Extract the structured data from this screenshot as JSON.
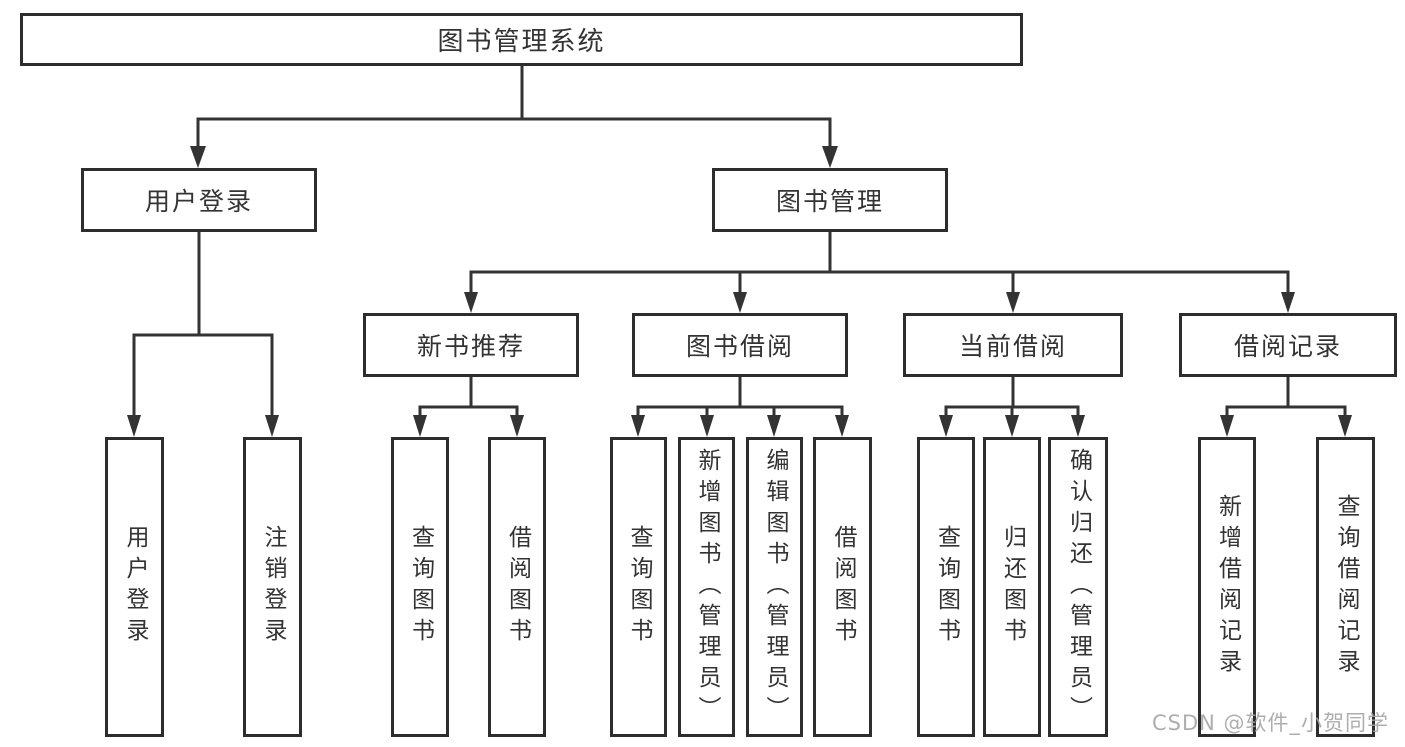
{
  "diagram": {
    "root": {
      "label": "图书管理系统"
    },
    "user_login": {
      "label": "用户登录",
      "children": [
        {
          "label": "用户登录"
        },
        {
          "label": "注销登录"
        }
      ]
    },
    "book_mgmt": {
      "label": "图书管理",
      "sections": [
        {
          "label": "新书推荐",
          "children": [
            {
              "label": "查询图书"
            },
            {
              "label": "借阅图书"
            }
          ]
        },
        {
          "label": "图书借阅",
          "children": [
            {
              "label": "查询图书"
            },
            {
              "label": "新增图书（管理员）"
            },
            {
              "label": "编辑图书（管理员）"
            },
            {
              "label": "借阅图书"
            }
          ]
        },
        {
          "label": "当前借阅",
          "children": [
            {
              "label": "查询图书"
            },
            {
              "label": "归还图书"
            },
            {
              "label": "确认归还（管理员）"
            }
          ]
        },
        {
          "label": "借阅记录",
          "children": [
            {
              "label": "新增借阅记录"
            },
            {
              "label": "查询借阅记录"
            }
          ]
        }
      ]
    }
  },
  "watermark": {
    "text": "CSDN @软件_小贺同学"
  },
  "colors": {
    "line": "#333333",
    "box_border": "#2d2d2d",
    "text": "#333333",
    "watermark": "#a6a6a6",
    "background": "#ffffff"
  }
}
